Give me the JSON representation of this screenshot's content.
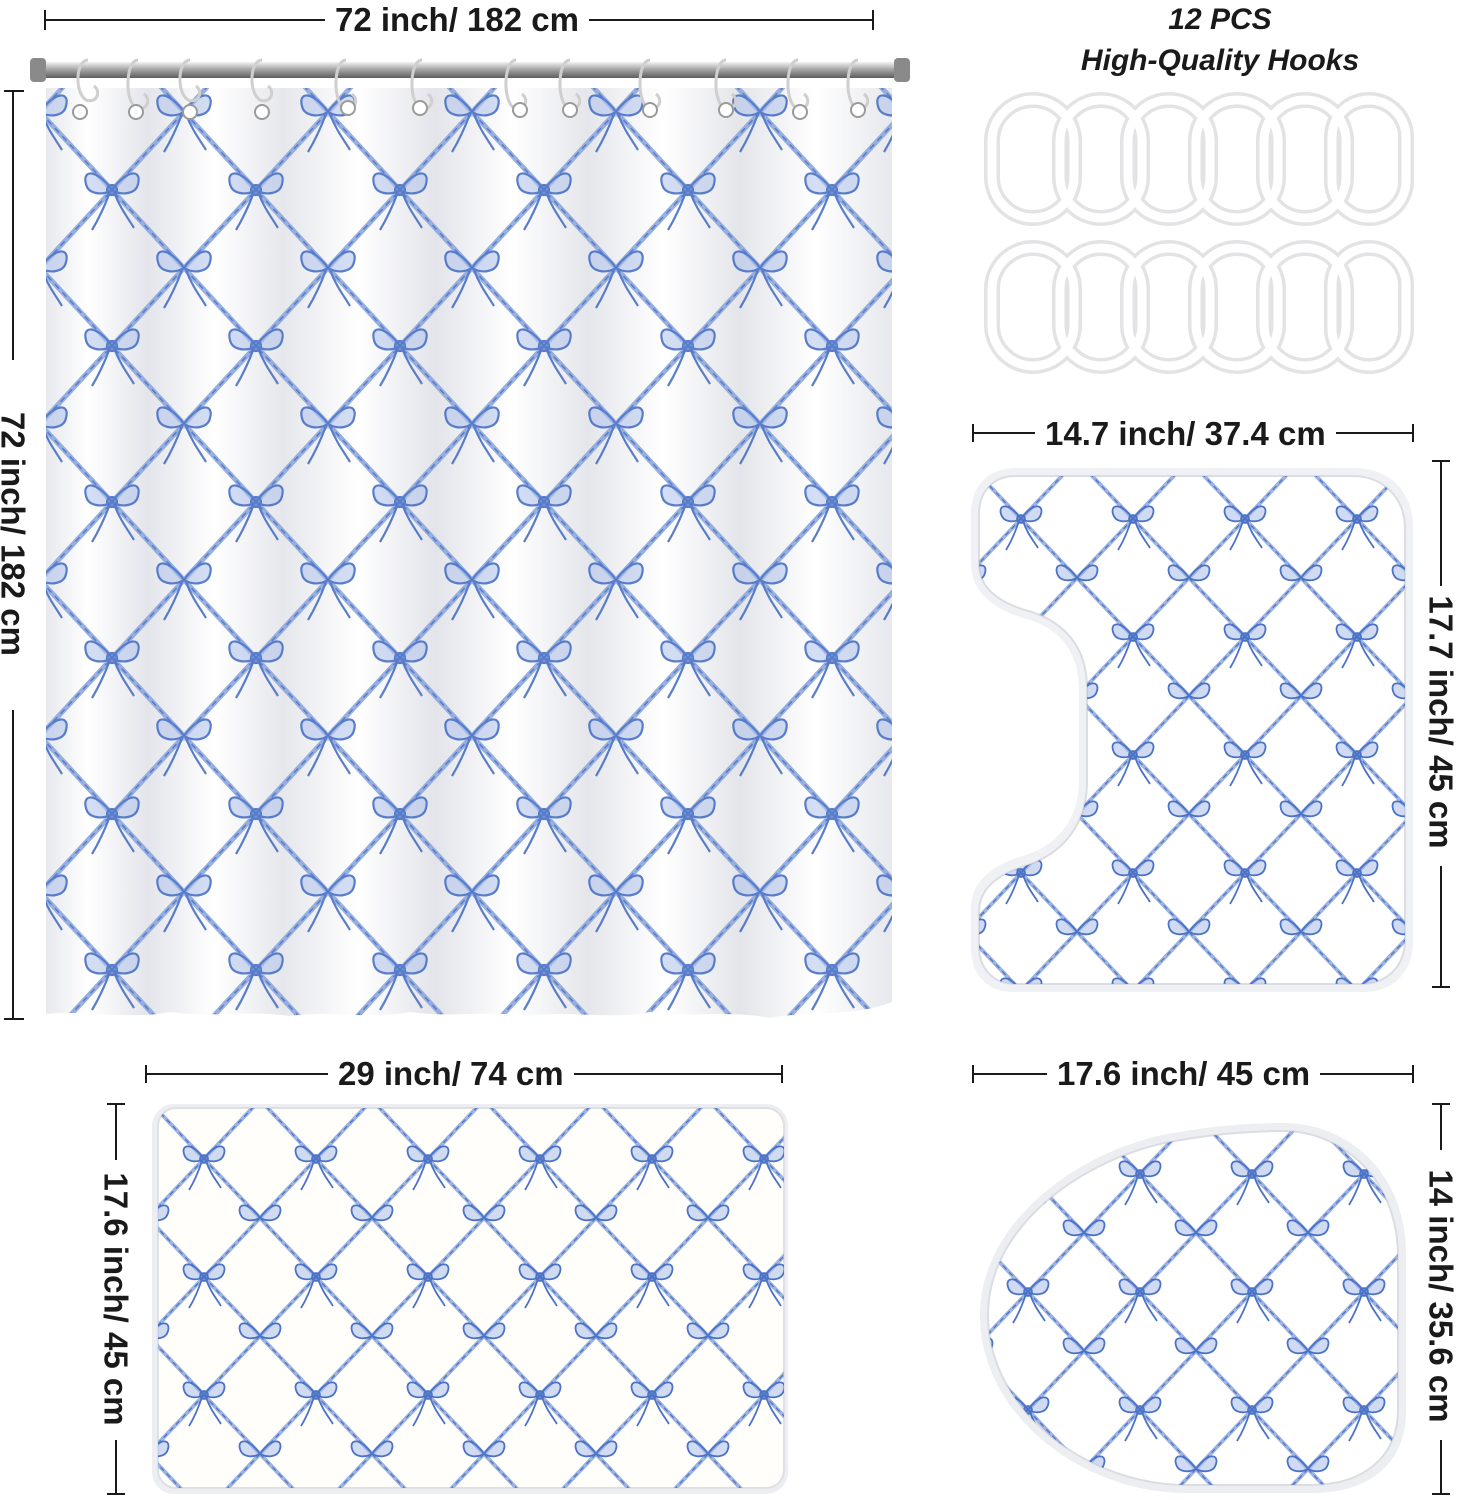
{
  "curtain": {
    "width_label": "72 inch/ 182 cm",
    "height_label": "72 inch/ 182 cm",
    "pattern_color": "#4a72c6",
    "fabric_color": "#f6f6f8"
  },
  "hooks": {
    "count_label": "12 PCS",
    "title": "High-Quality Hooks",
    "ring_color": "#ffffff"
  },
  "contour_mat": {
    "width_label": "14.7 inch/ 37.4 cm",
    "height_label": "17.7 inch/ 45 cm"
  },
  "bath_mat": {
    "width_label": "29 inch/ 74 cm",
    "height_label": "17.6 inch/ 45 cm"
  },
  "lid_cover": {
    "width_label": "17.6 inch/ 45 cm",
    "height_label": "14 inch/ 35.6 cm"
  }
}
